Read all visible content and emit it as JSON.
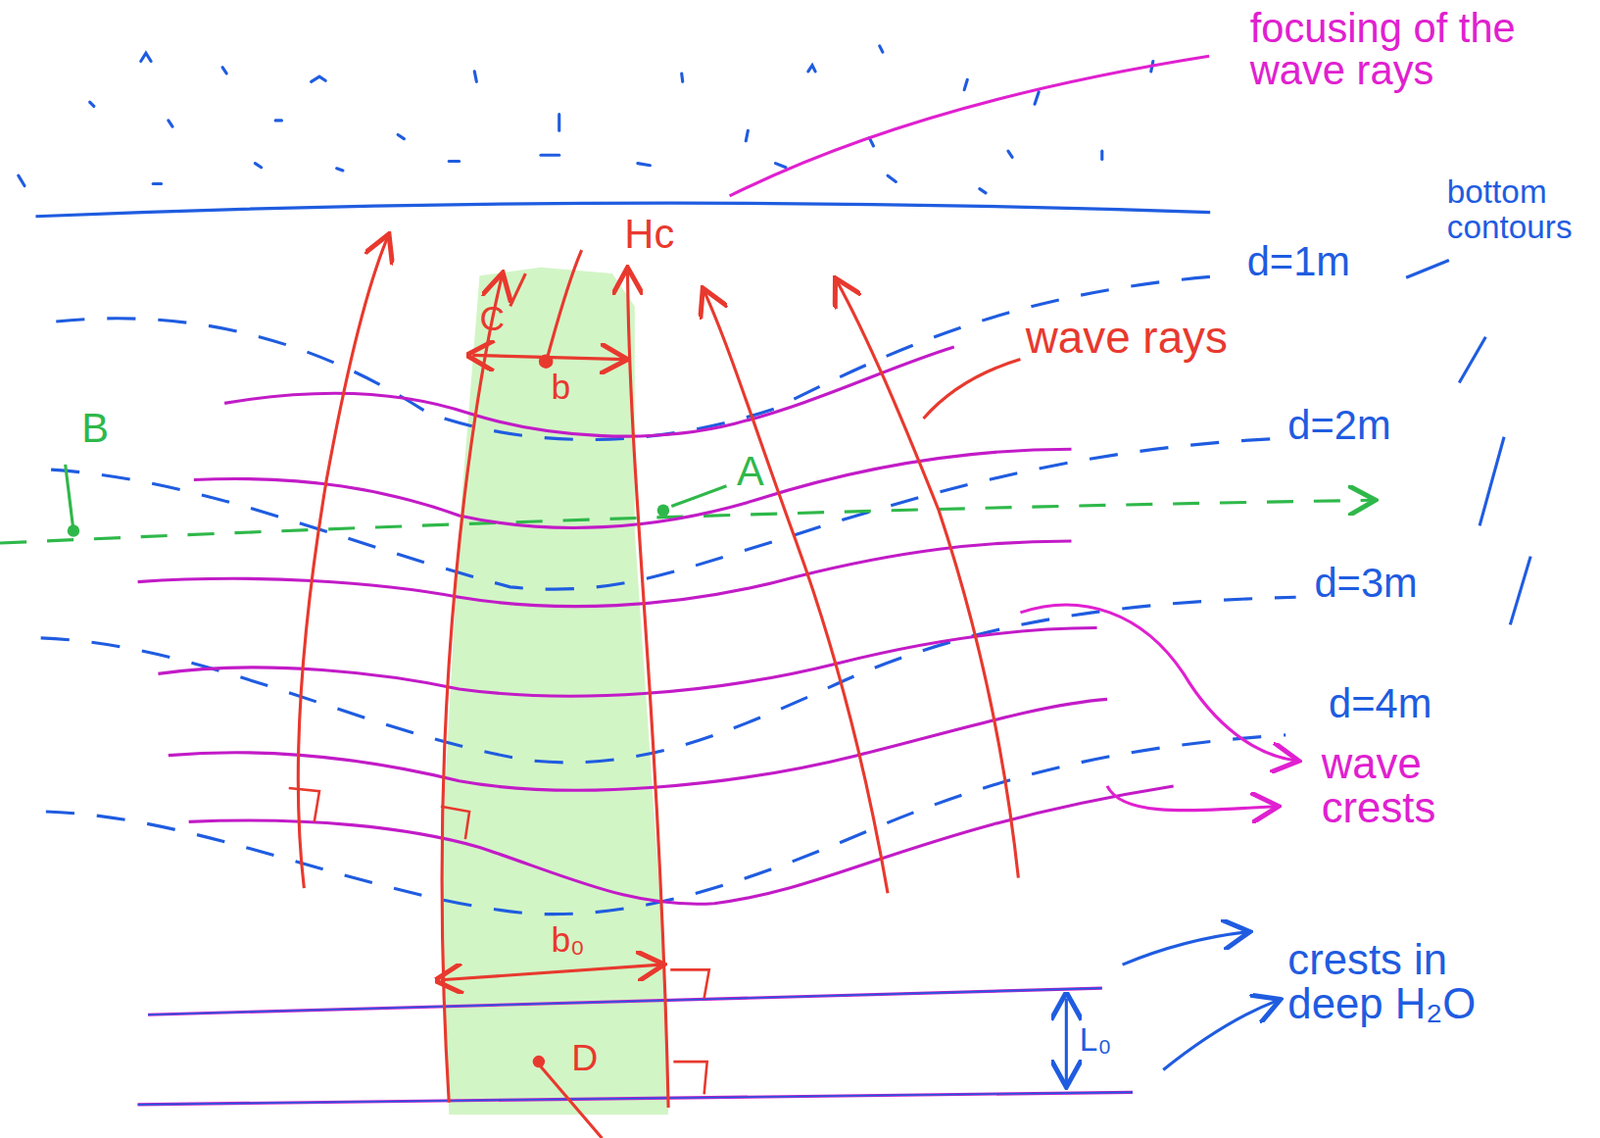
{
  "diagram": {
    "labels": [
      "focusing of the wave rays",
      "bottom contours",
      "Hc",
      "d=1m",
      "C",
      "b",
      "wave rays",
      "B",
      "d=2m",
      "A",
      "d=3m",
      "d=4m",
      "wave crests",
      "b₀",
      "crests in deep H₂O",
      "L₀",
      "D"
    ]
  }
}
